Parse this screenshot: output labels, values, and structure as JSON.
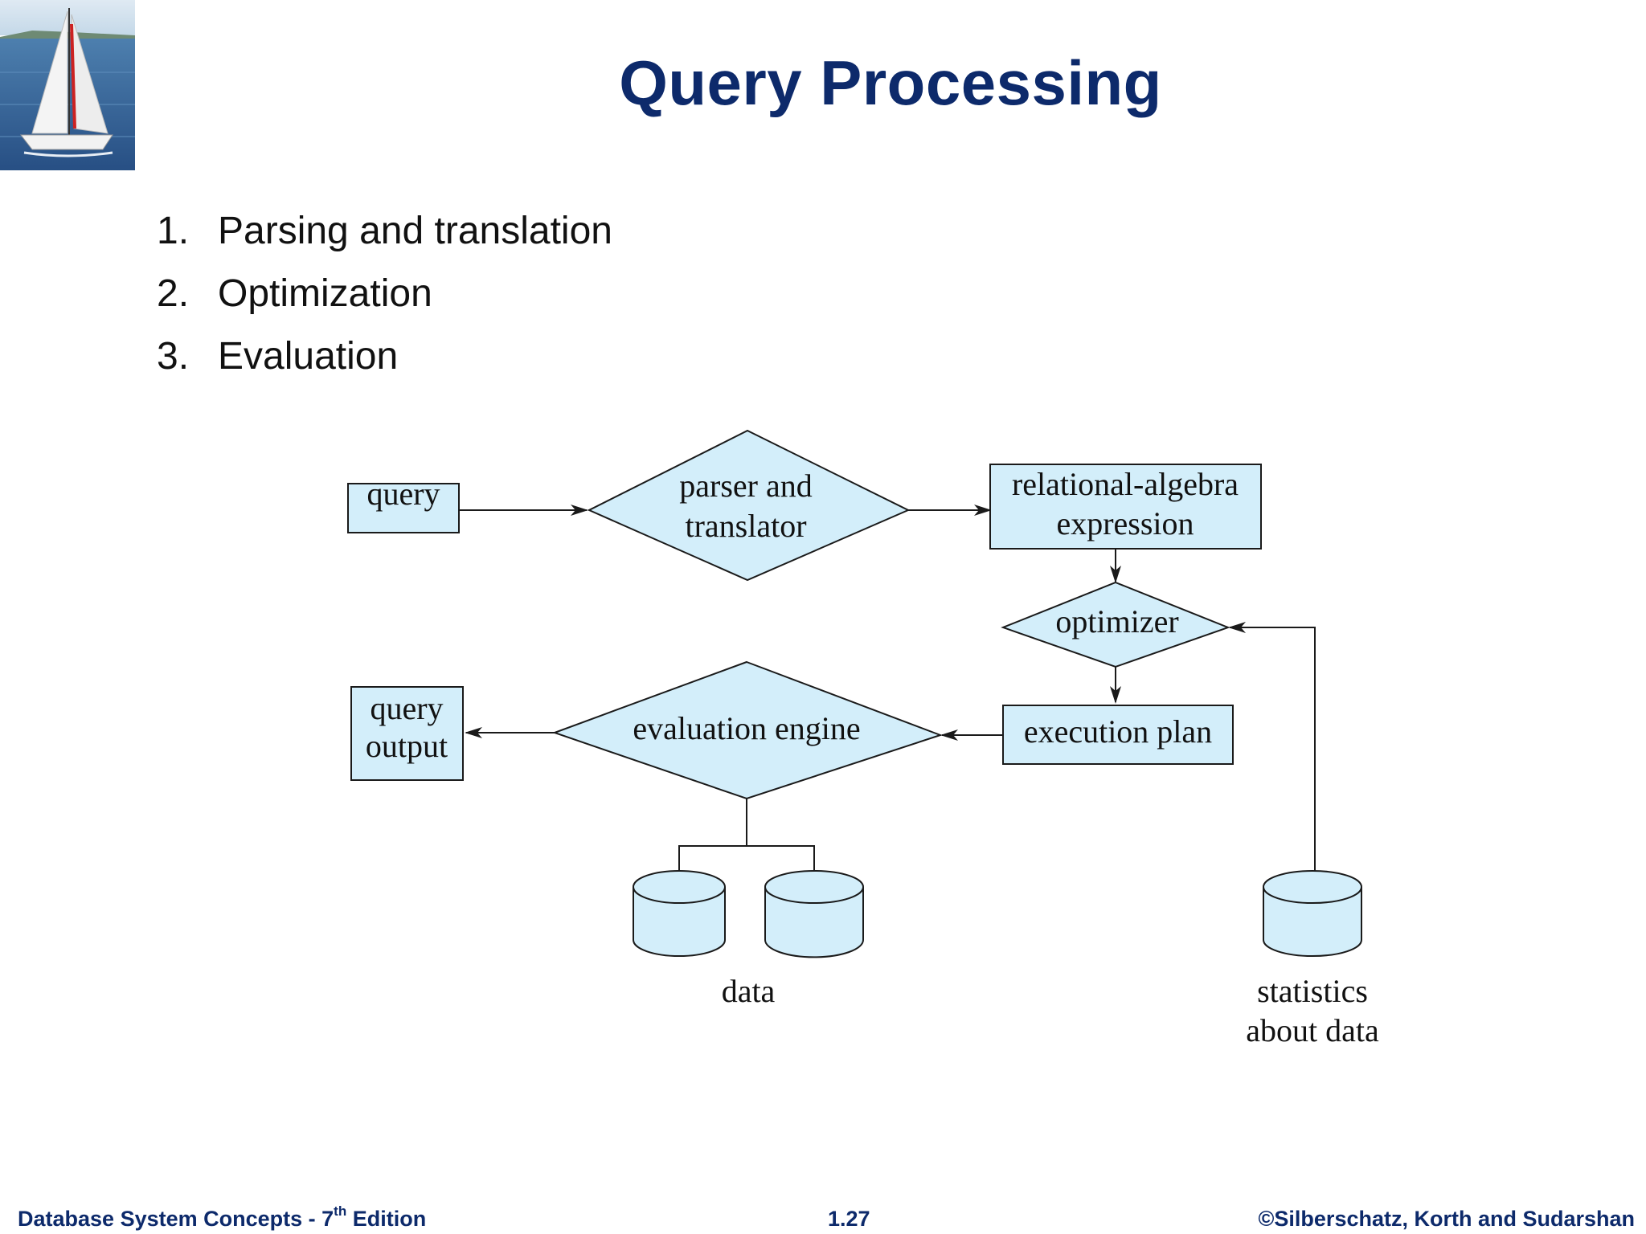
{
  "title": "Query Processing",
  "steps": [
    {
      "num": "1.",
      "label": "Parsing and translation"
    },
    {
      "num": "2.",
      "label": "Optimization"
    },
    {
      "num": "3.",
      "label": "Evaluation"
    }
  ],
  "diagram": {
    "query": "query",
    "parser_line1": "parser and",
    "parser_line2": "translator",
    "ra_line1": "relational-algebra",
    "ra_line2": "expression",
    "optimizer": "optimizer",
    "execution_plan": "execution plan",
    "evaluation_engine": "evaluation engine",
    "output_line1": "query",
    "output_line2": "output",
    "data": "data",
    "stats_line1": "statistics",
    "stats_line2": "about data"
  },
  "colors": {
    "title": "#0d2a6b",
    "shape_fill": "#d3eefa",
    "stroke": "#1a1a1a"
  },
  "footer": {
    "left_main": "Database System Concepts - 7",
    "left_sup": "th",
    "left_end": " Edition",
    "center": "1.27",
    "right": "©Silberschatz, Korth and Sudarshan"
  }
}
